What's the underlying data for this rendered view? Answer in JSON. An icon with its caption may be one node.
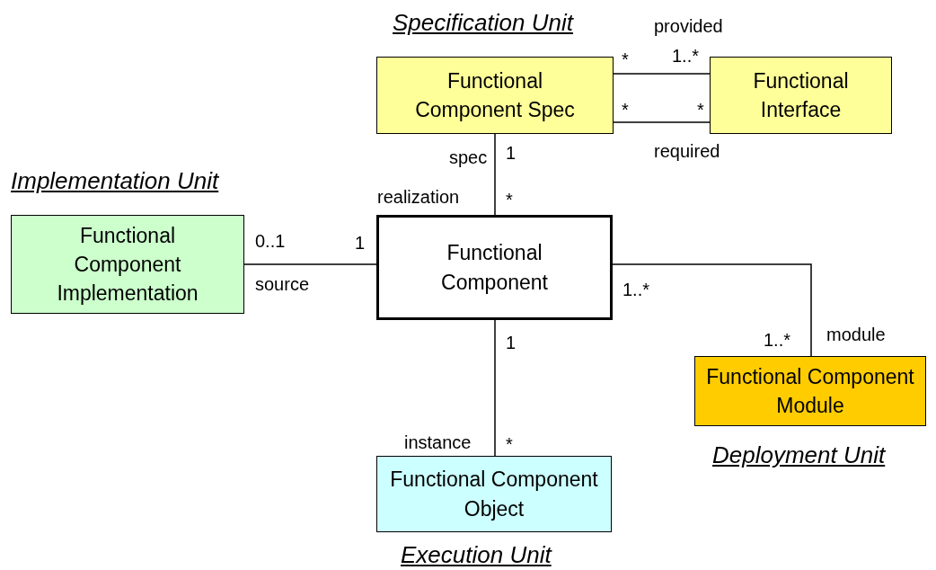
{
  "diagram": {
    "nodes": [
      {
        "text": [
          "Functional Component Spec"
        ],
        "beside": [
          "Specification Unit"
        ]
      },
      {
        "text": [
          "Functional Interface"
        ]
      },
      {
        "text": [
          "Functional Component Implementation"
        ],
        "beside": [
          "Implementation Unit"
        ]
      },
      {
        "text": [
          "Functional Component"
        ]
      },
      {
        "text": [
          "Functional Component Module"
        ],
        "beside": [
          "Deployment Unit"
        ]
      },
      {
        "text": [
          "Functional Component Object"
        ],
        "beside": [
          "Execution Unit"
        ]
      }
    ],
    "edges": [
      {
        "from": 0,
        "to": 1,
        "arrow": "none"
      },
      {
        "from": 0,
        "to": 1,
        "arrow": "none"
      },
      {
        "from": 0,
        "to": 3,
        "arrow": "none"
      },
      {
        "from": 2,
        "to": 3,
        "arrow": "none"
      },
      {
        "from": 3,
        "to": 4,
        "arrow": "none"
      },
      {
        "from": 3,
        "to": 5,
        "arrow": "none"
      }
    ],
    "labels": [
      "provided",
      "*",
      "1..*",
      "*",
      "*",
      "required",
      "spec",
      "1",
      "realization",
      "*",
      "0..1",
      "1",
      "source",
      "1..*",
      "1",
      "module",
      "1..*",
      "instance",
      "*"
    ]
  }
}
